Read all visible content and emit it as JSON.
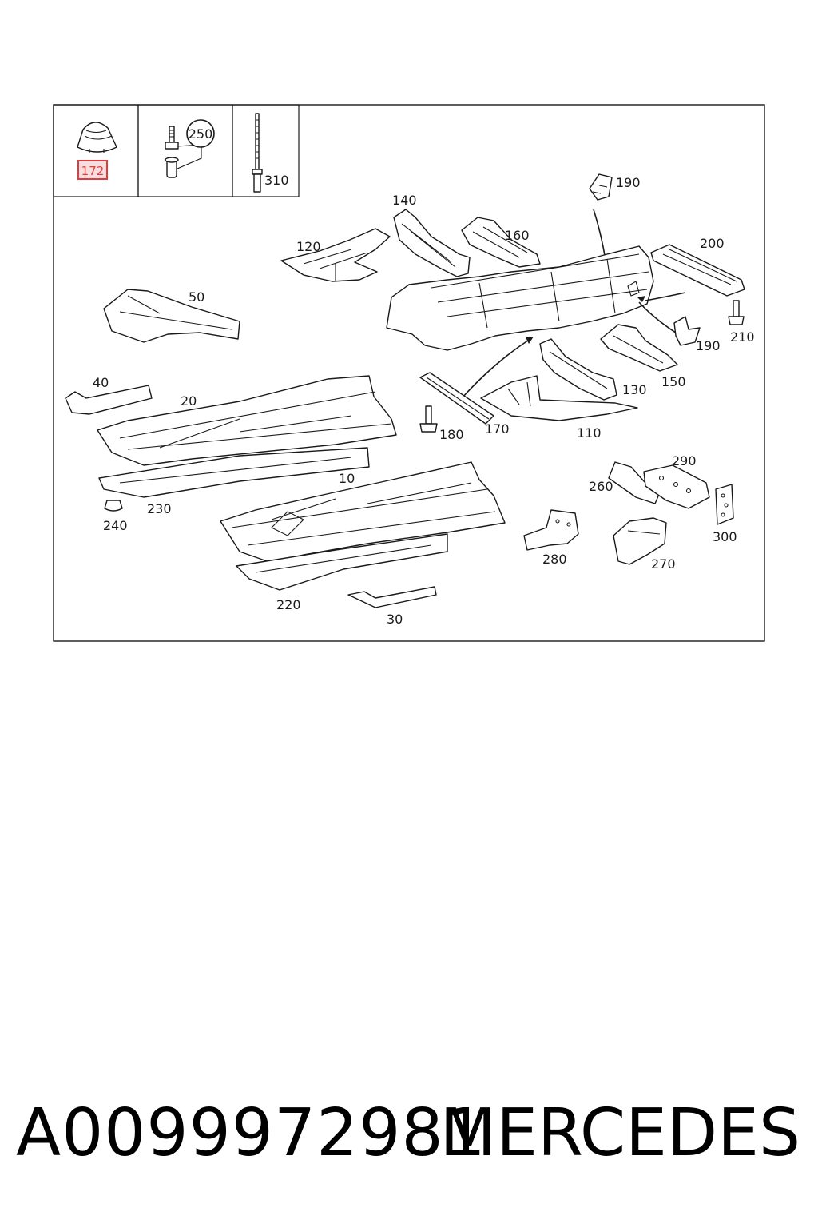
{
  "callouts": {
    "p172": "172",
    "p250": "250",
    "p310": "310",
    "p190a": "190",
    "p140": "140",
    "p160": "160",
    "p120": "120",
    "p200": "200",
    "p50": "50",
    "p210": "210",
    "p190b": "190",
    "p150": "150",
    "p130": "130",
    "p40": "40",
    "p20": "20",
    "p180": "180",
    "p170": "170",
    "p110": "110",
    "p290": "290",
    "p260": "260",
    "p300": "300",
    "p230": "230",
    "p240": "240",
    "p10": "10",
    "p280": "280",
    "p270": "270",
    "p220": "220",
    "p30": "30"
  },
  "highlight": {
    "part": "172",
    "color": "#e23b3b"
  },
  "footer": {
    "part_number": "A0099972981",
    "brand": "MERCEDES"
  }
}
